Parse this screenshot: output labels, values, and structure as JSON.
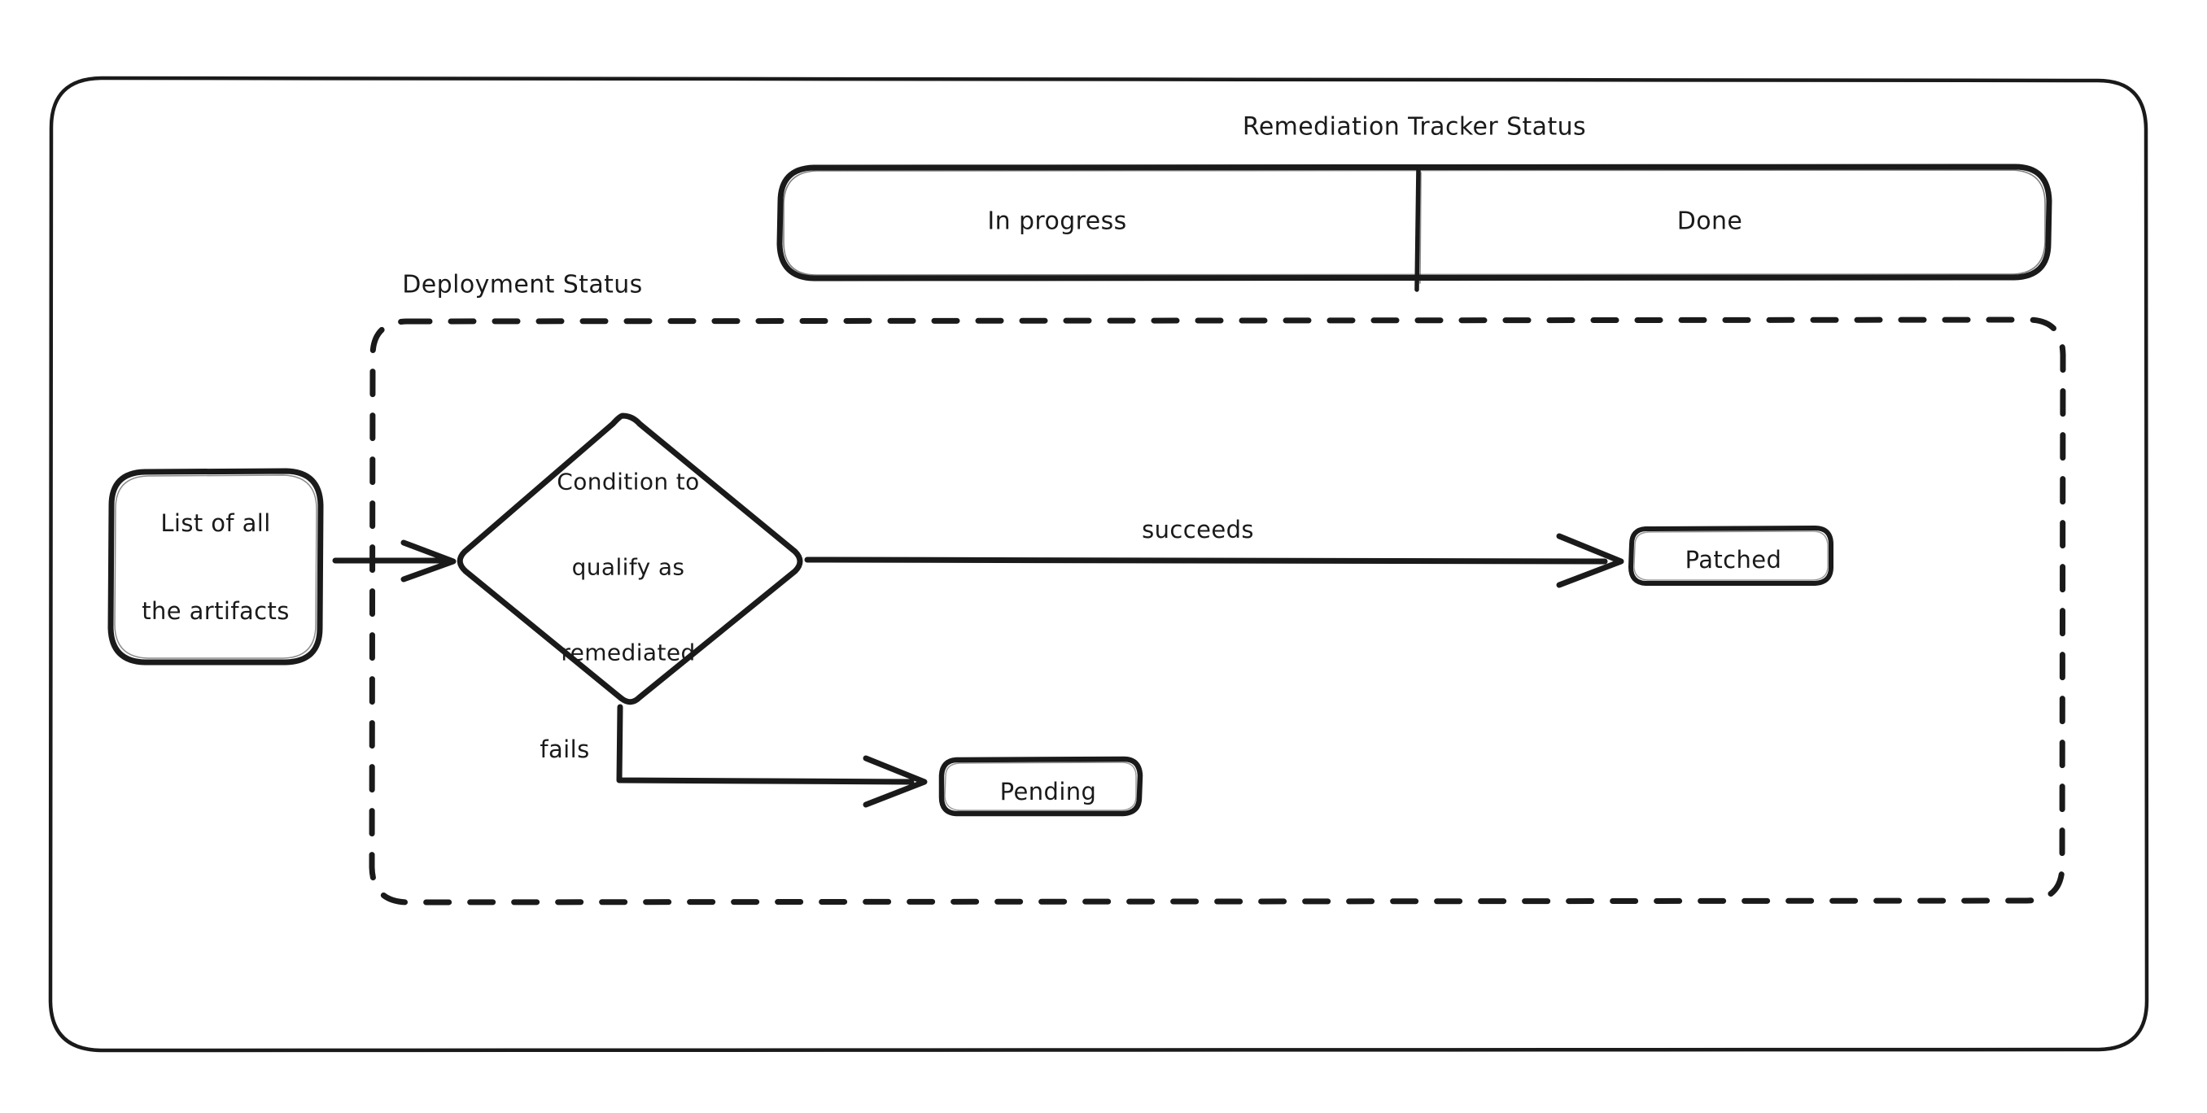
{
  "diagram": {
    "type": "flowchart",
    "style": "hand-drawn",
    "stroke_color": "#1a1a1a",
    "background_color": "#ffffff",
    "outer_frame": {
      "name": "outer-frame"
    },
    "swimlane": {
      "title": "Remediation Tracker Status",
      "lanes": [
        {
          "label": "In progress"
        },
        {
          "label": "Done"
        }
      ]
    },
    "group": {
      "title": "Deployment Status",
      "border_style": "dashed"
    },
    "nodes": [
      {
        "id": "artifacts",
        "label_line1": "List of all",
        "label_line2": "the artifacts",
        "shape": "rounded-rect"
      },
      {
        "id": "condition",
        "label_line1": "Condition to",
        "label_line2": "qualify as",
        "label_line3": "remediated",
        "shape": "diamond"
      },
      {
        "id": "patched",
        "label": "Patched",
        "shape": "rounded-rect"
      },
      {
        "id": "pending",
        "label": "Pending",
        "shape": "rounded-rect"
      }
    ],
    "edges": [
      {
        "from": "artifacts",
        "to": "condition",
        "label": ""
      },
      {
        "from": "condition",
        "to": "patched",
        "label": "succeeds"
      },
      {
        "from": "condition",
        "to": "pending",
        "label": "fails"
      }
    ]
  }
}
